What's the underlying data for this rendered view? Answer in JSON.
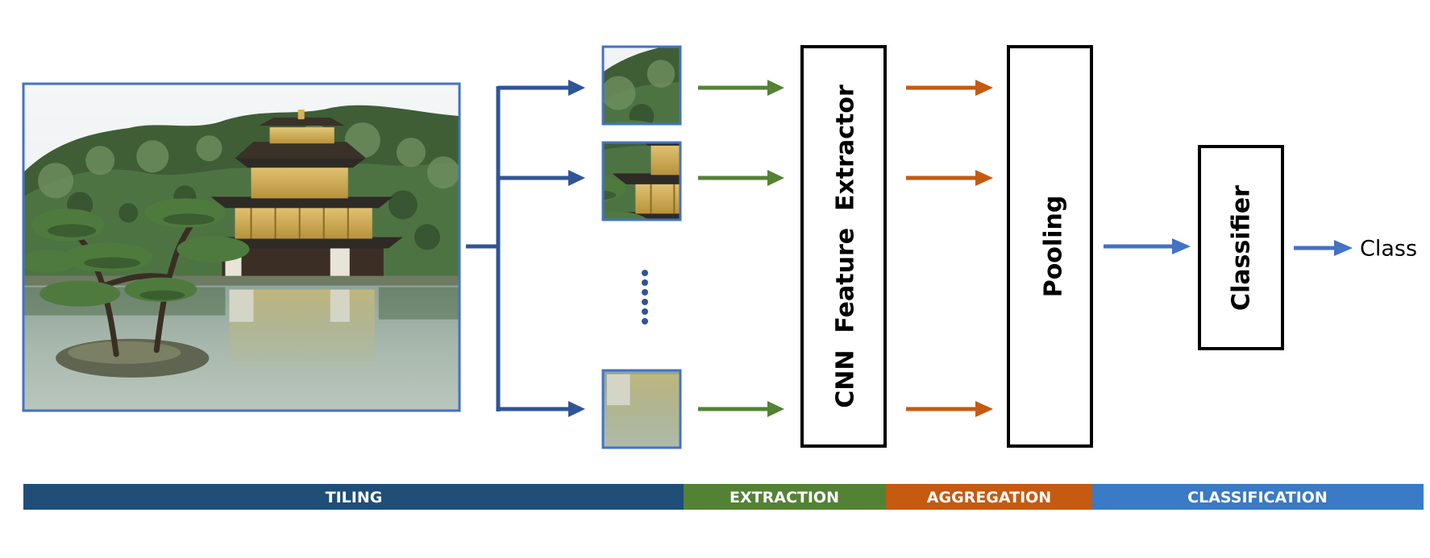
{
  "boxes": {
    "extractor": "CNN  Feature  Extractor",
    "pooling": "Pooling",
    "classifier": "Classifier"
  },
  "output_label": "Class",
  "phases": {
    "tiling": "TILING",
    "extraction": "EXTRACTION",
    "aggregation": "AGGREGATION",
    "classification": "CLASSIFICATION"
  },
  "colors": {
    "tiling": "#1f4e79",
    "extraction": "#548235",
    "aggregation": "#c55a11",
    "classification": "#3b7ac4",
    "tile_border": "#4472c4",
    "tiling_arrow": "#2f5597",
    "classify_arrow": "#4472c4"
  }
}
